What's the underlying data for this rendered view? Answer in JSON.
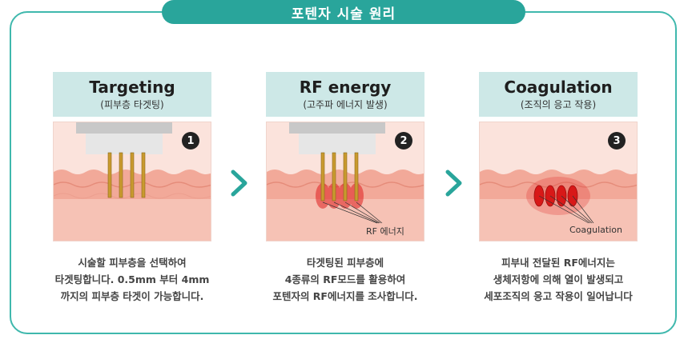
{
  "title": "포텐자 시술 원리",
  "steps": [
    {
      "name": "Targeting",
      "sub": "(피부층 타겟팅)",
      "number": "1",
      "label": "",
      "desc": [
        "시술할 피부층을 선택하여",
        "타겟팅합니다. 0.5mm 부터 4mm",
        "까지의 피부층 타겟이 가능합니다."
      ]
    },
    {
      "name": "RF energy",
      "sub": "(고주파 에너지 발생)",
      "number": "2",
      "label": "RF 에너지",
      "desc": [
        "타겟팅된 피부층에",
        "4종류의 RF모드를 활용하여",
        "포텐자의 RF에너지를 조사합니다."
      ]
    },
    {
      "name": "Coagulation",
      "sub": "(조직의 응고 작용)",
      "number": "3",
      "label": "Coagulation",
      "desc": [
        "피부내 전달된 RF에너지는",
        "생체저항에 의해 열이 발생되고",
        "세포조직의 응고 작용이 일어납니다"
      ]
    }
  ],
  "colors": {
    "accent": "#29a59b",
    "frame": "#3fb8ad",
    "header_bg": "#cde8e7",
    "skin": "#f4b9ab",
    "needle": "#c99a2e",
    "energy": "#e02020"
  },
  "icons": {
    "arrow": "chevron-right-icon"
  }
}
